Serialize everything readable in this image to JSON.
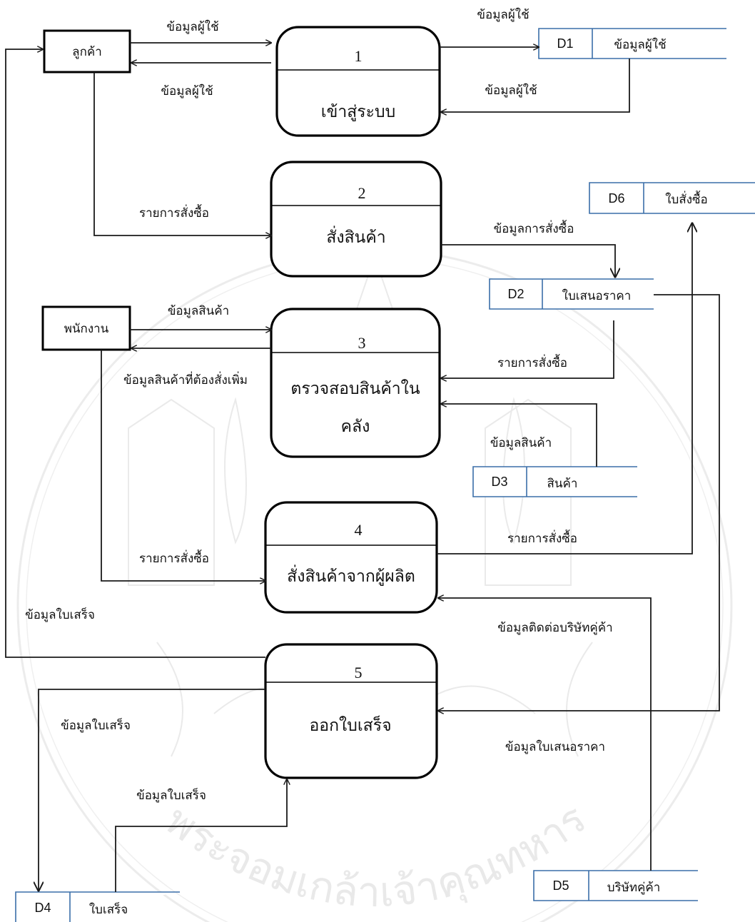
{
  "entities": {
    "customer": "ลูกค้า",
    "employee": "พนักงาน"
  },
  "processes": [
    {
      "num": "1",
      "name": "เข้าสู่ระบบ"
    },
    {
      "num": "2",
      "name": "สั่งสินค้า"
    },
    {
      "num": "3",
      "name_line1": "ตรวจสอบสินค้าใน",
      "name_line2": "คลัง"
    },
    {
      "num": "4",
      "name": "สั่งสินค้าจากผู้ผลิต"
    },
    {
      "num": "5",
      "name": "ออกใบเสร็จ"
    }
  ],
  "stores": {
    "d1": {
      "id": "D1",
      "name": "ข้อมูลผู้ใช้"
    },
    "d2": {
      "id": "D2",
      "name": "ใบเสนอราคา"
    },
    "d3": {
      "id": "D3",
      "name": "สินค้า"
    },
    "d4": {
      "id": "D4",
      "name": "ใบเสร็จ"
    },
    "d5": {
      "id": "D5",
      "name": "บริษัทคู่ค้า"
    },
    "d6": {
      "id": "D6",
      "name": "ใบสั่งซื้อ"
    }
  },
  "flows": {
    "cust_to_p1": "ข้อมูลผู้ใช้",
    "p1_to_cust": "ข้อมูลผู้ใช้",
    "p1_to_d1": "ข้อมูลผู้ใช้",
    "d1_to_p1": "ข้อมูลผู้ใช้",
    "cust_to_p2": "รายการสั่งซื้อ",
    "p2_to_d2": "ข้อมูลการสั่งซื้อ",
    "emp_to_p3": "ข้อมูลสินค้า",
    "p3_to_emp": "ข้อมูลสินค้าที่ต้องสั่งเพิ่ม",
    "d2_to_p3": "รายการสั่งซื้อ",
    "d3_to_p3": "ข้อมูลสินค้า",
    "emp_to_p4": "รายการสั่งซื้อ",
    "p4_to_d6": "รายการสั่งซื้อ",
    "d5_to_p4": "ข้อมูลติดต่อบริษัทคู่ค้า",
    "p5_to_cust": "ข้อมูลใบเสร็จ",
    "p5_to_d4": "ข้อมูลใบเสร็จ",
    "d4_to_p5": "ข้อมูลใบเสร็จ",
    "d2_to_p5": "ข้อมูลใบเสนอราคา"
  },
  "watermark": "พระจอมเกล้าเจ้าคุณทหาร"
}
